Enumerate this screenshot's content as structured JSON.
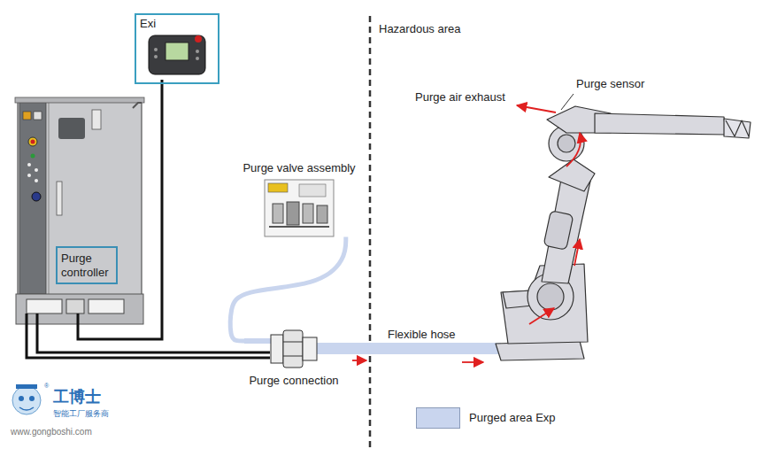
{
  "diagram": {
    "nodes": [
      {
        "text": [
          "Exi"
        ]
      },
      {
        "text": [
          "Purge controller"
        ]
      },
      {
        "text": [
          "Purge valve assembly"
        ]
      },
      {
        "text": [
          "Purge connection"
        ]
      }
    ],
    "edges": [
      {
        "from": 2,
        "to": 3,
        "arrow": "none"
      }
    ],
    "labels": [
      "Hazardous area",
      "Purge air exhaust",
      "Purge sensor",
      "Flexible hose",
      "工博士",
      "®",
      "智能工厂服务商",
      "www.gongboshi.com"
    ],
    "legend": [
      {
        "text": "Purged area Exp",
        "color": "#c9d5ee"
      }
    ]
  }
}
